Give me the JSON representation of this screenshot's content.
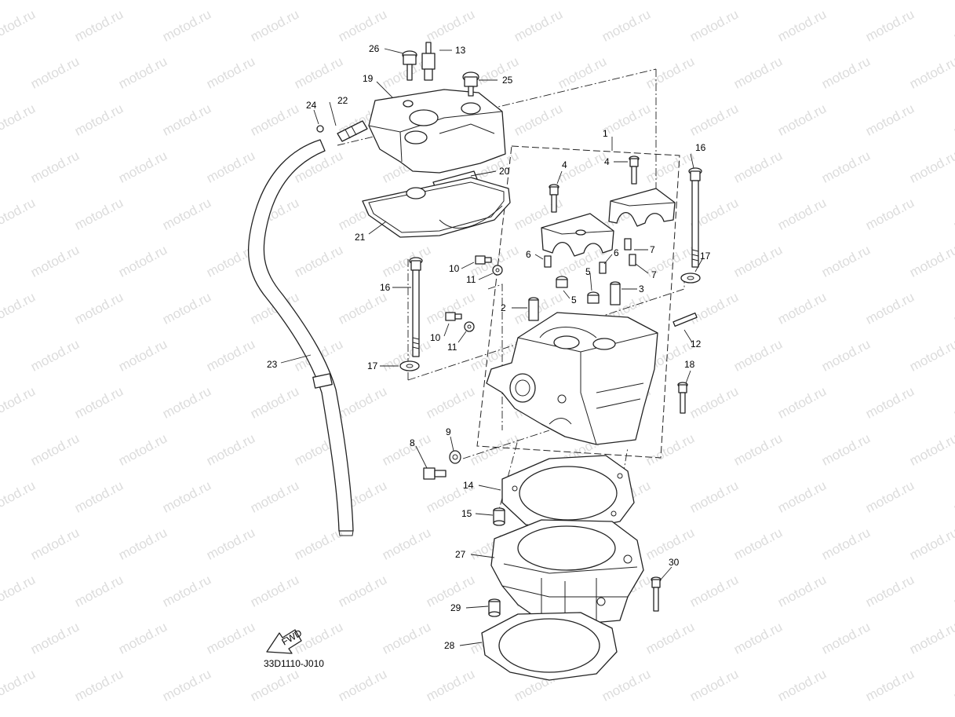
{
  "watermark": "motod.ru",
  "diagram_code": "33D1110-J010",
  "fwd_label": "FWD",
  "callouts": {
    "c1": "1",
    "c2": "2",
    "c3": "3",
    "c4a": "4",
    "c4b": "4",
    "c5a": "5",
    "c5b": "5",
    "c6a": "6",
    "c6b": "6",
    "c7a": "7",
    "c7b": "7",
    "c8": "8",
    "c9": "9",
    "c10a": "10",
    "c10b": "10",
    "c11a": "11",
    "c11b": "11",
    "c12": "12",
    "c13": "13",
    "c14": "14",
    "c15": "15",
    "c16a": "16",
    "c16b": "16",
    "c17a": "17",
    "c17b": "17",
    "c18": "18",
    "c19": "19",
    "c20": "20",
    "c21": "21",
    "c22": "22",
    "c23": "23",
    "c24": "24",
    "c25": "25",
    "c26": "26",
    "c27": "27",
    "c28": "28",
    "c29": "29",
    "c30": "30"
  }
}
